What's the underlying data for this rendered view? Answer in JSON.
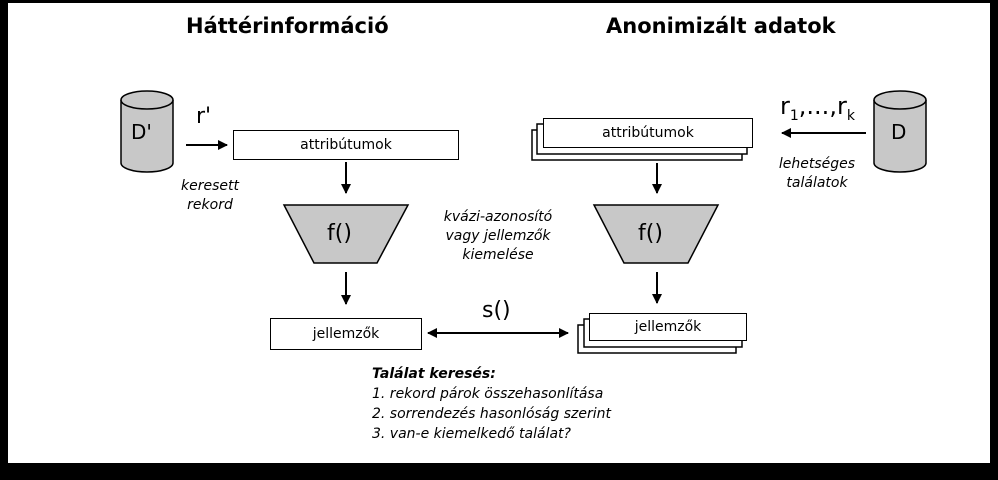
{
  "titles": {
    "left": "Háttérinformáció",
    "right": "Anonimizált adatok"
  },
  "left": {
    "db": "D'",
    "record": "r'",
    "attributes": "attribútumok",
    "function": "f()",
    "features": "jellemzők",
    "searched_line1": "keresett",
    "searched_line2": "rekord"
  },
  "right": {
    "db": "D",
    "records_main": "r",
    "records_sub1": "1",
    "records_mid": ",...,r",
    "records_sub2": "k",
    "attributes": "attribútumok",
    "function": "f()",
    "features": "jellemzők",
    "possible_line1": "lehetséges",
    "possible_line2": "találatok"
  },
  "middle": {
    "extraction_line1": "kvázi-azonosító",
    "extraction_line2": "vagy jellemzők",
    "extraction_line3": "kiemelése",
    "similarity": "s()"
  },
  "search": {
    "title": "Találat keresés:",
    "steps": [
      "1. rekord párok összehasonlítása",
      "2. sorrendezés hasonlóság szerint",
      "3. van-e kiemelkedő találat?"
    ]
  },
  "colors": {
    "shape_fill": "#c8c8c8",
    "stroke": "#000000"
  }
}
